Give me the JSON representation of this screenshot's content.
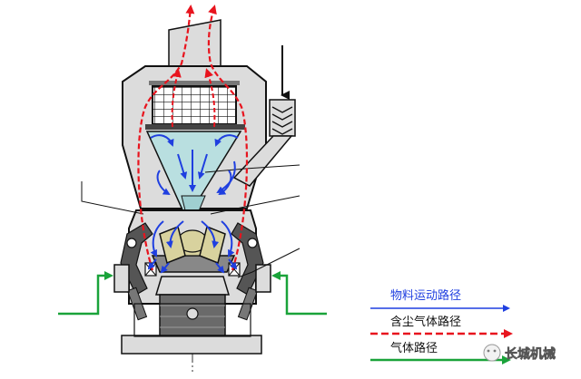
{
  "legend": {
    "items": [
      {
        "label": "物料运动路径",
        "color": "#1f3fe0",
        "style": "solid"
      },
      {
        "label": "含尘气体路径",
        "color": "#e8141e",
        "style": "dashed"
      },
      {
        "label": "气体路径",
        "color": "#1aa33a",
        "style": "solid"
      }
    ]
  },
  "watermark": {
    "text": "长城机械"
  },
  "colors": {
    "material_path": "#1f3fe0",
    "dusty_gas_path": "#e8141e",
    "gas_path": "#1aa33a",
    "mill_body": "#dcdcdc",
    "cone_fill": "#b9dfe0",
    "outline": "#111111"
  }
}
